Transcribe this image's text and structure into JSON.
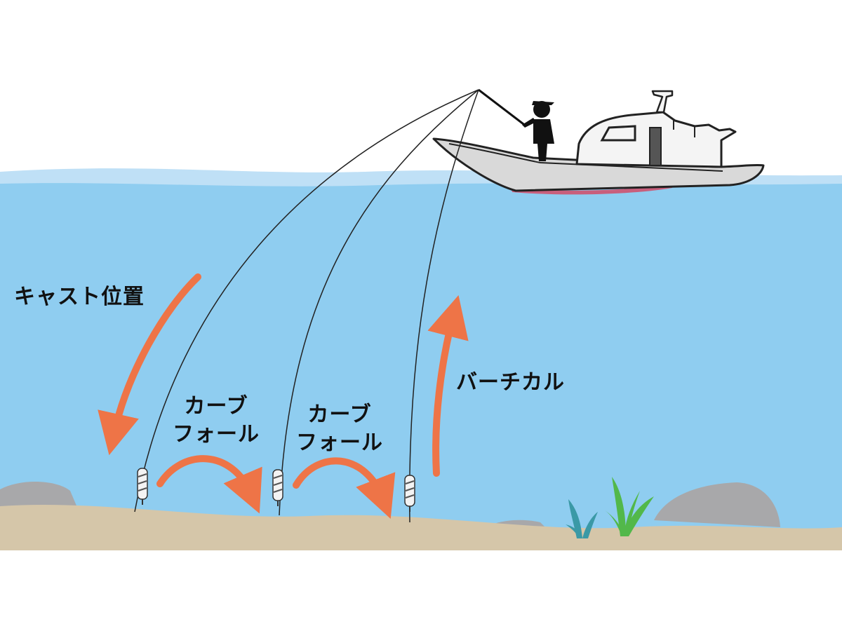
{
  "labels": {
    "cast_position": "キャスト位置",
    "curve_fall_1": {
      "line1": "カーブ",
      "line2": "フォール"
    },
    "curve_fall_2": {
      "line1": "カーブ",
      "line2": "フォール"
    },
    "vertical": "バーチカル"
  },
  "colors": {
    "sky": "#ffffff",
    "surface_light": "#bfe0f6",
    "water": "#8fcdf0",
    "seabed": "#d5c6a9",
    "rock": "#a9a9ab",
    "arrow": "#ee7447",
    "boat_hull": "#d9d9d9",
    "boat_outline": "#222222",
    "hull_stripe": "#e0304a",
    "weed_green": "#52b84a",
    "weed_teal": "#3a99a6"
  }
}
